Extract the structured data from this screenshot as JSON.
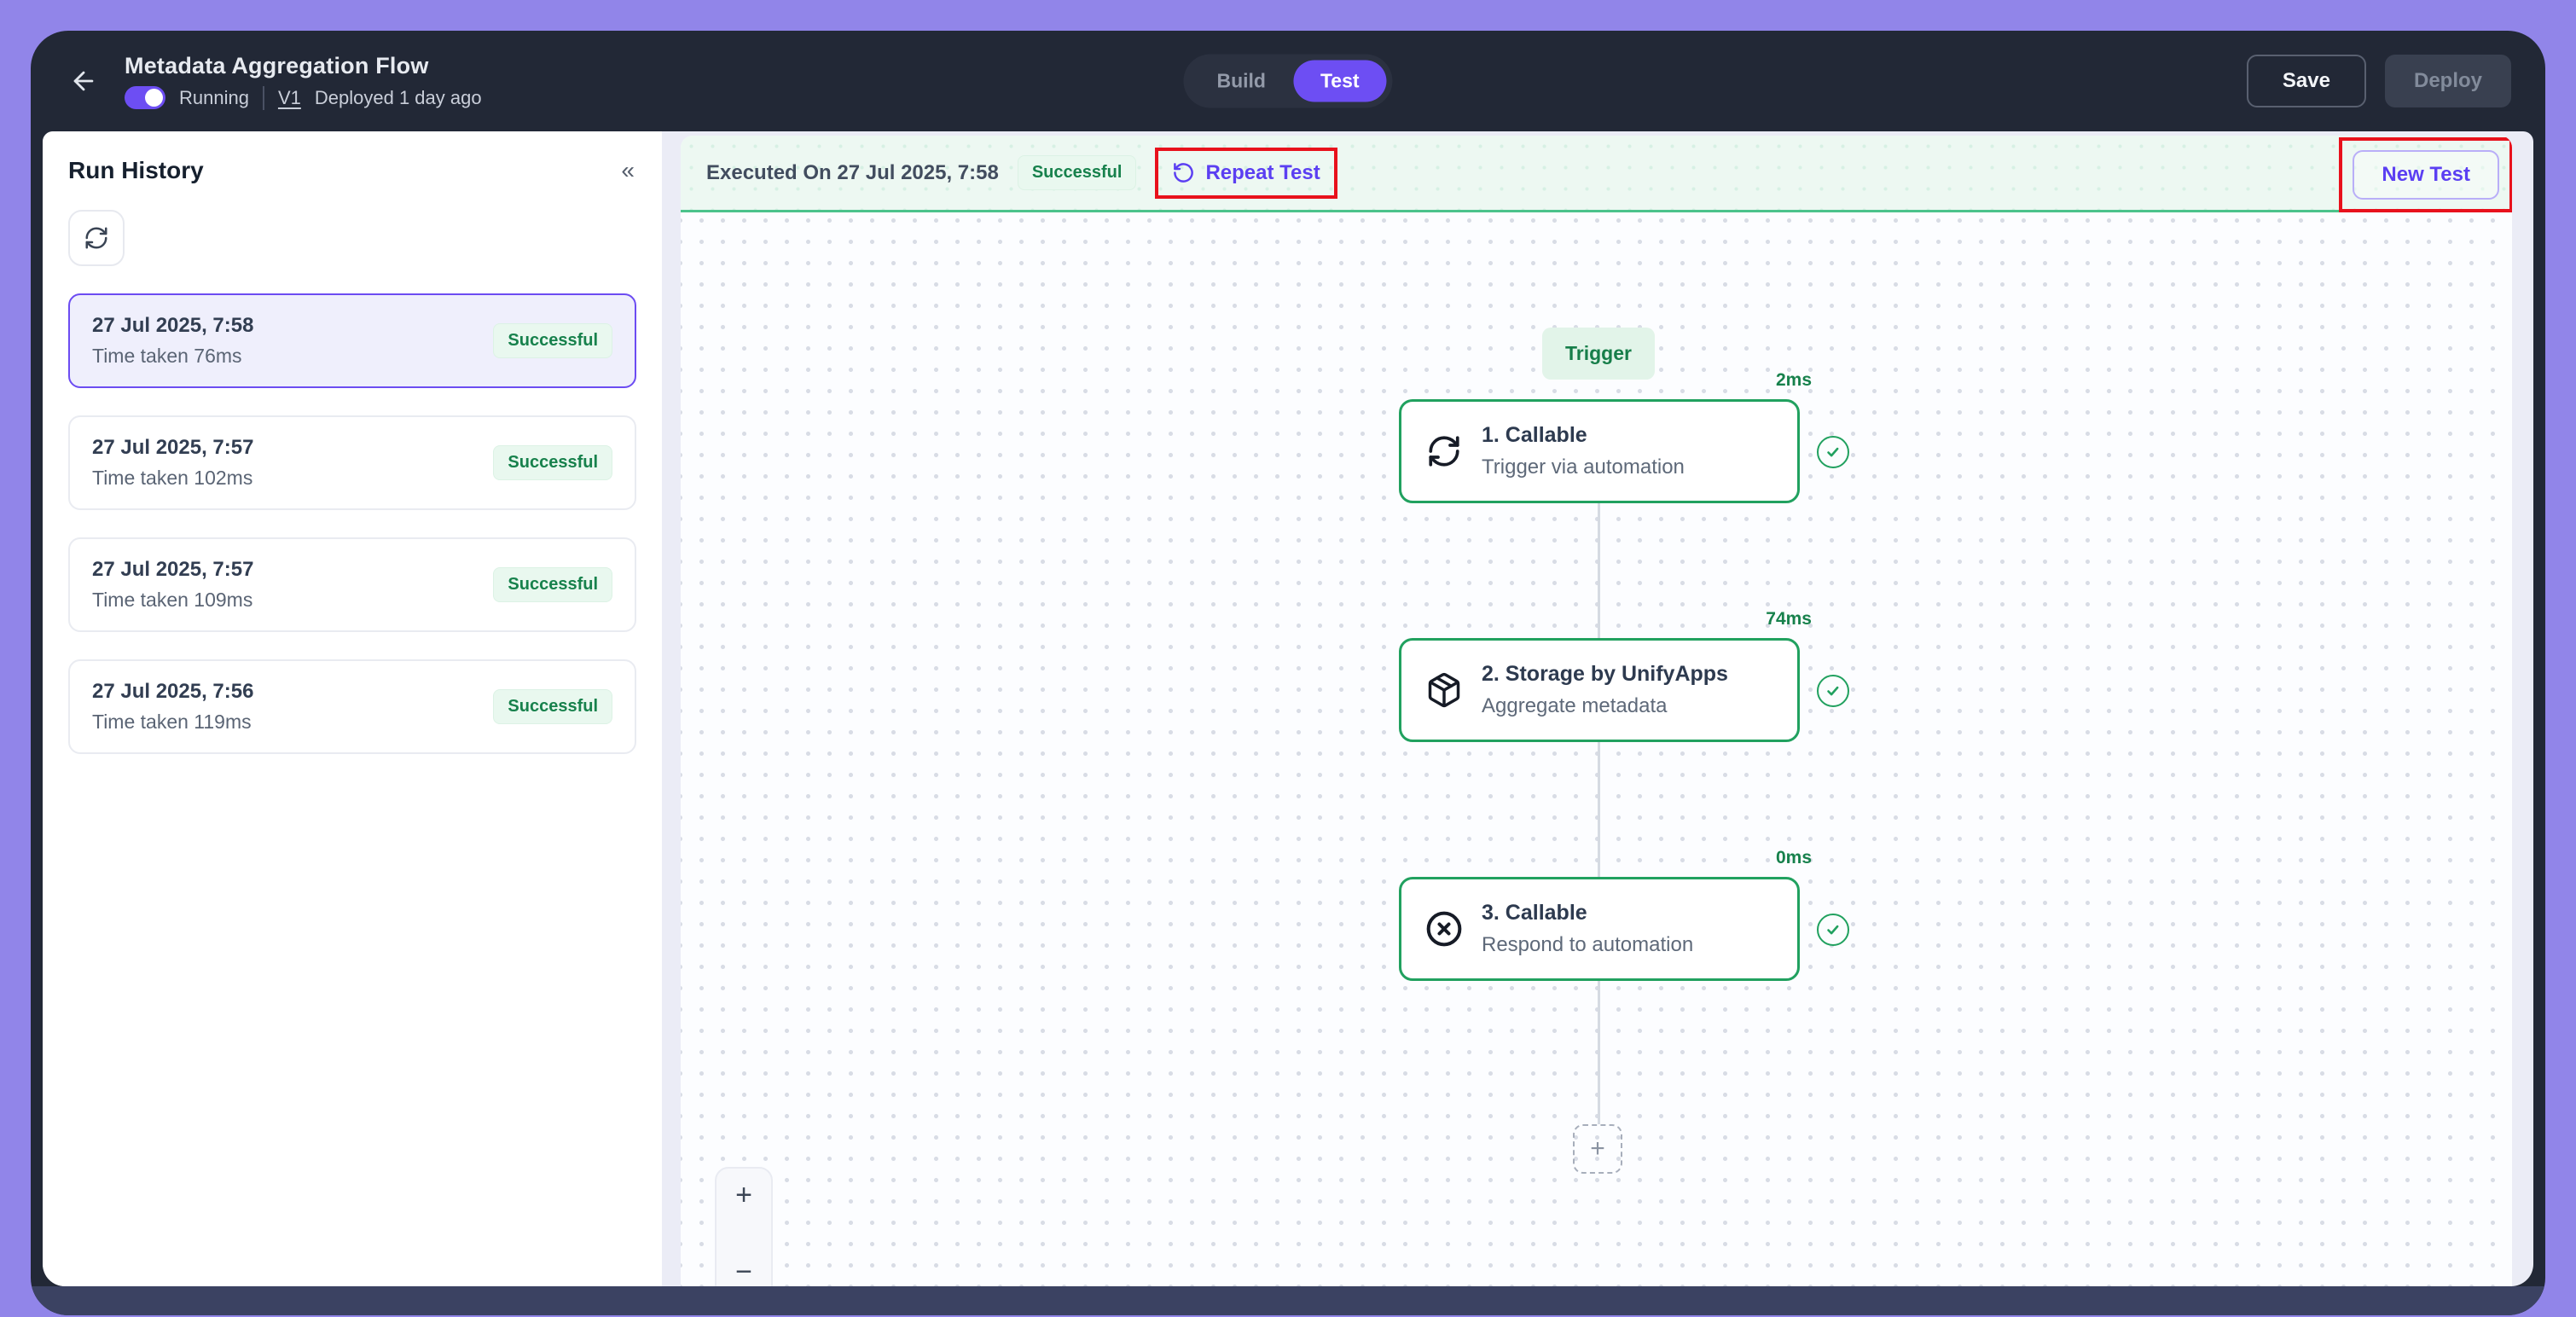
{
  "colors": {
    "accent_purple": "#6D4EF3",
    "node_green": "#21A15F",
    "success_green": "#17814C",
    "annotation_red": "#E8111C"
  },
  "header": {
    "title": "Metadata Aggregation Flow",
    "status_label": "Running",
    "version": "V1",
    "deployed": "Deployed 1 day ago",
    "tabs": {
      "build": "Build",
      "test": "Test"
    },
    "save_label": "Save",
    "deploy_label": "Deploy"
  },
  "sidebar": {
    "title": "Run History",
    "runs": [
      {
        "date": "27 Jul 2025, 7:58",
        "time_taken": "Time taken 76ms",
        "status": "Successful",
        "selected": true
      },
      {
        "date": "27 Jul 2025, 7:57",
        "time_taken": "Time taken 102ms",
        "status": "Successful",
        "selected": false
      },
      {
        "date": "27 Jul 2025, 7:57",
        "time_taken": "Time taken 109ms",
        "status": "Successful",
        "selected": false
      },
      {
        "date": "27 Jul 2025, 7:56",
        "time_taken": "Time taken 119ms",
        "status": "Successful",
        "selected": false
      }
    ]
  },
  "testbar": {
    "executed_label": "Executed On 27 Jul 2025, 7:58",
    "status": "Successful",
    "repeat_test_label": "Repeat Test",
    "new_test_label": "New Test"
  },
  "flow": {
    "trigger_label": "Trigger",
    "nodes": [
      {
        "duration": "2ms",
        "title": "1. Callable",
        "subtitle": "Trigger via automation",
        "icon": "sync-icon"
      },
      {
        "duration": "74ms",
        "title": "2. Storage by UnifyApps",
        "subtitle": "Aggregate metadata",
        "icon": "package-icon"
      },
      {
        "duration": "0ms",
        "title": "3. Callable",
        "subtitle": "Respond to automation",
        "icon": "x-circle-icon"
      }
    ]
  },
  "icons": {
    "back": "←",
    "collapse": "«",
    "zoom_in": "+",
    "zoom_out": "−",
    "add_step": "+"
  }
}
